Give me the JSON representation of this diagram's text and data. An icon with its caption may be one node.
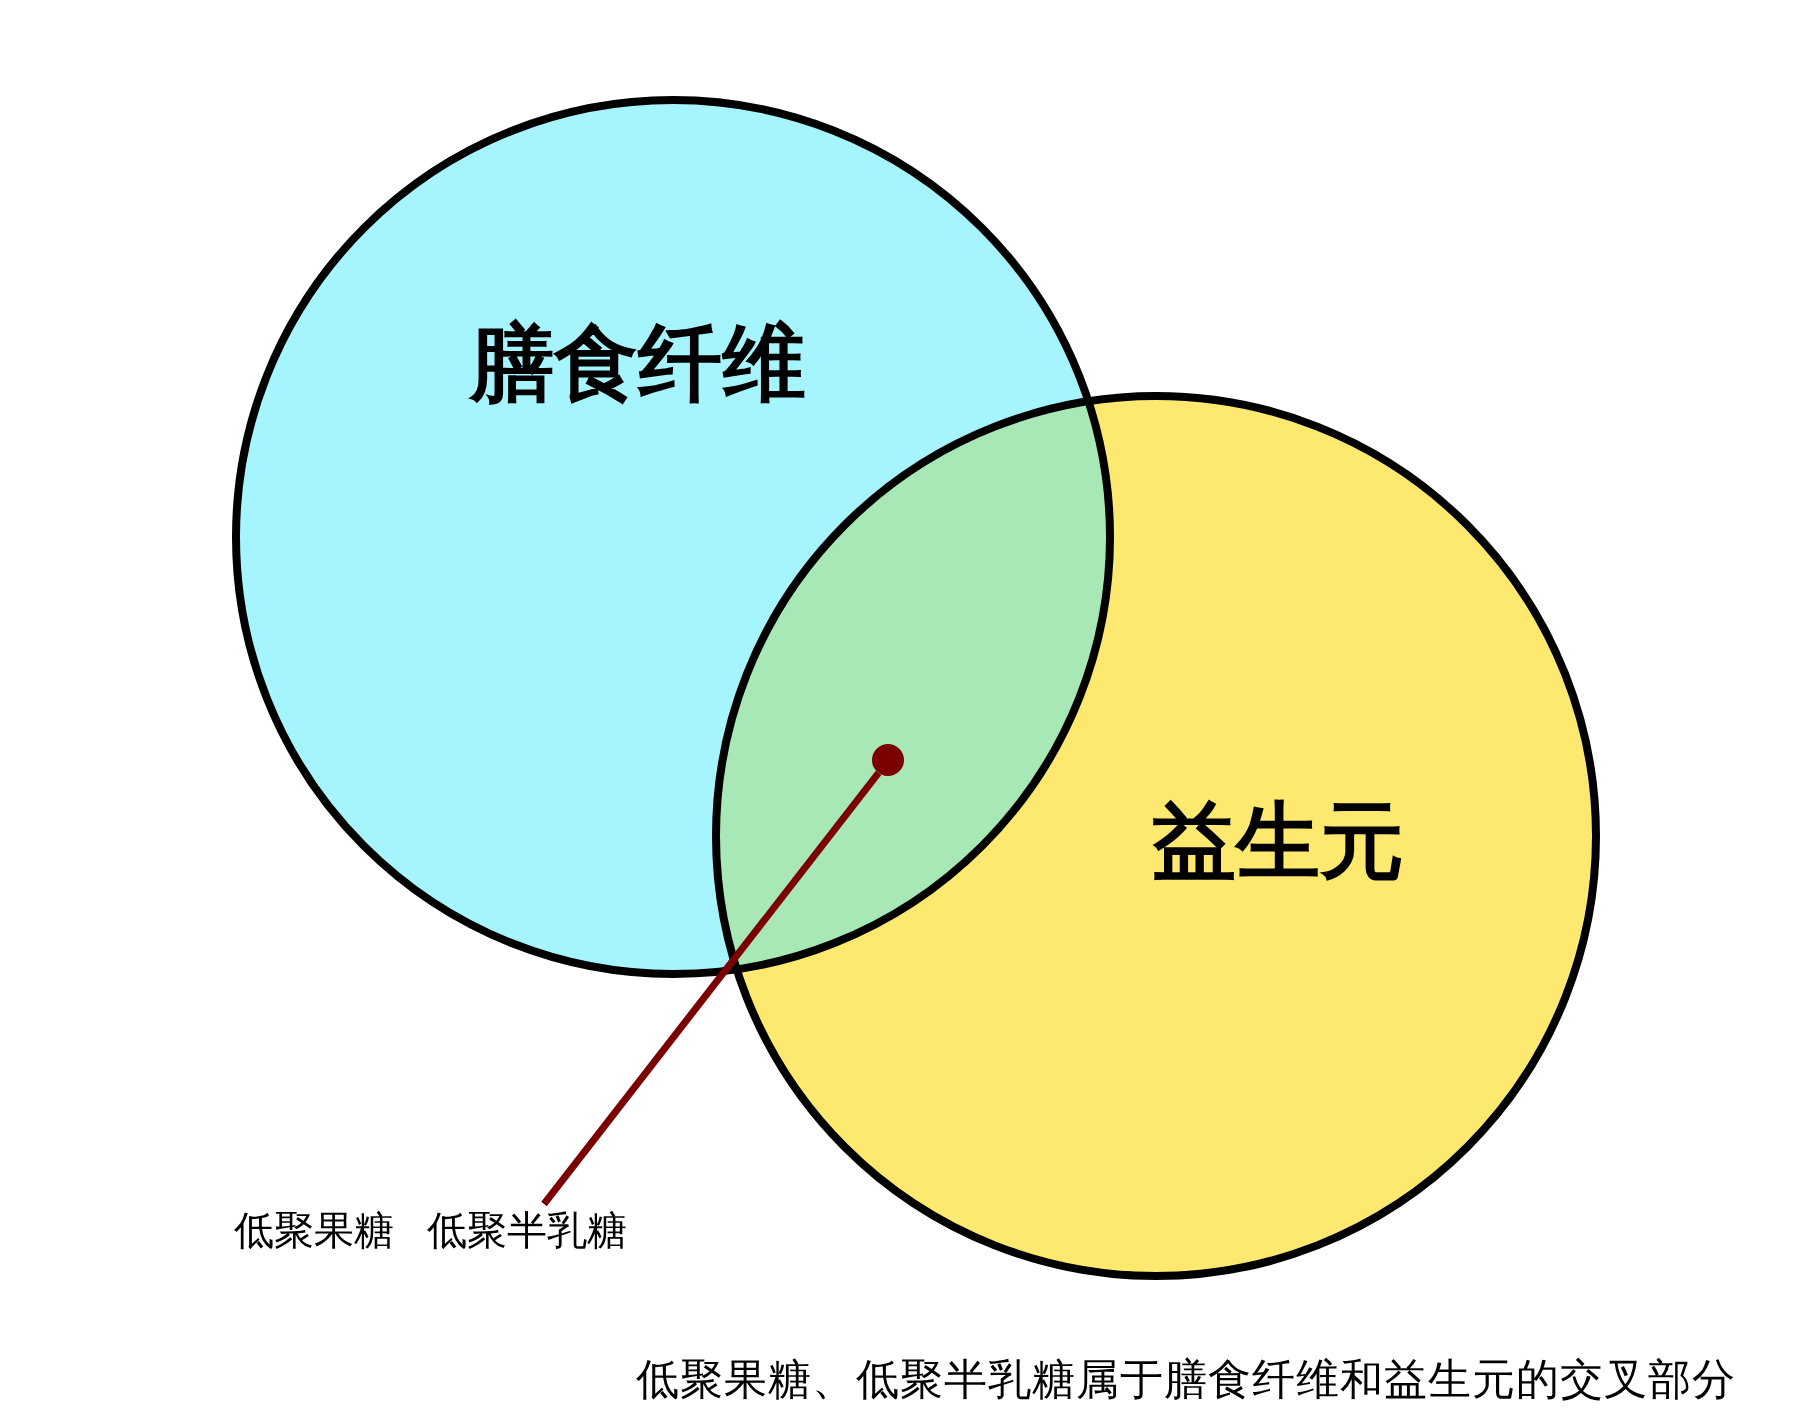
{
  "diagram": {
    "caption": "低聚果糖、低聚半乳糖属于膳食纤维和益生元的交叉部分",
    "nodes": [
      {
        "text": [
          "膳食纤维"
        ]
      },
      {
        "text": [
          "益生元"
        ]
      },
      {
        "text": [
          "低聚果糖 低聚半乳糖"
        ]
      },
      {
        "text": [],
        "shape": "circle"
      }
    ],
    "edges": [
      {
        "from": 2,
        "to": 3,
        "arrow": "none"
      }
    ]
  }
}
